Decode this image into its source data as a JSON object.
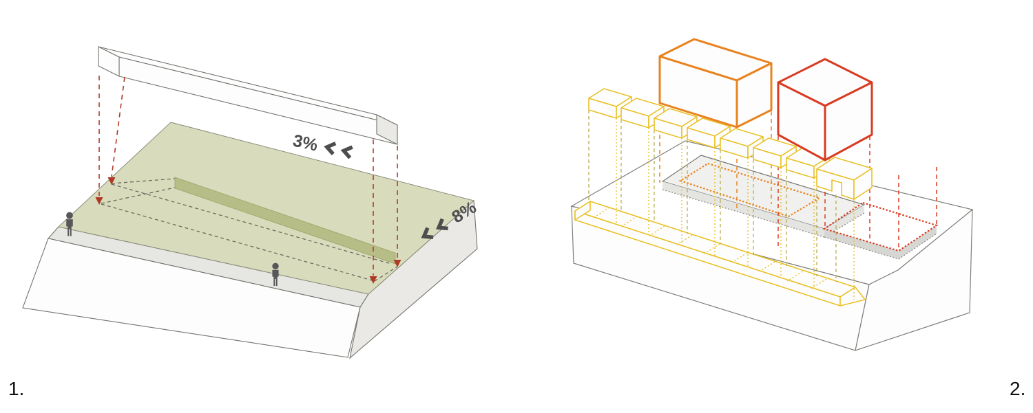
{
  "figures": [
    {
      "number": "1.",
      "name": "slope-projection-diagram",
      "slope_labels": [
        {
          "text": "3%",
          "chevron_icon": "chevron-left-icon",
          "chevron_count": 2
        },
        {
          "text": "8%",
          "chevron_icon": "chevron-left-icon",
          "chevron_count": 2
        }
      ],
      "people_count": 2,
      "red_projection_arrow_count": 4
    },
    {
      "number": "2.",
      "name": "massing-projection-diagram",
      "small_yellow_box_count": 7,
      "l_shaped_yellow_box_count": 1,
      "volumes": [
        "yellow-boxes",
        "orange-volume",
        "red-volume"
      ]
    }
  ],
  "colors": {
    "white": "#fdfdfd",
    "outline": "#73736e",
    "outline2": "#7d7d78",
    "plinthline": "#737370",
    "green": "#d9dcbc",
    "greenline": "#8b8b7a",
    "band": "#b7bd86",
    "bandline": "#9aa065",
    "ledge": "#e6e6e2",
    "side": "#eae9e6",
    "plinth": "#f0f0ee",
    "plinthside": "#e4e4e1",
    "slabside": "#d6d6d3",
    "red": "#b03a26",
    "person": "#57575a",
    "slopetext": "#4d4d4d",
    "dashdark": "#6a6a5f",
    "yellow": "#e9c127",
    "olive": "#b2a844",
    "orange": "#e8831f",
    "redvol": "#d93b22",
    "dotgray": "#8c8c88",
    "label": "#111111"
  }
}
